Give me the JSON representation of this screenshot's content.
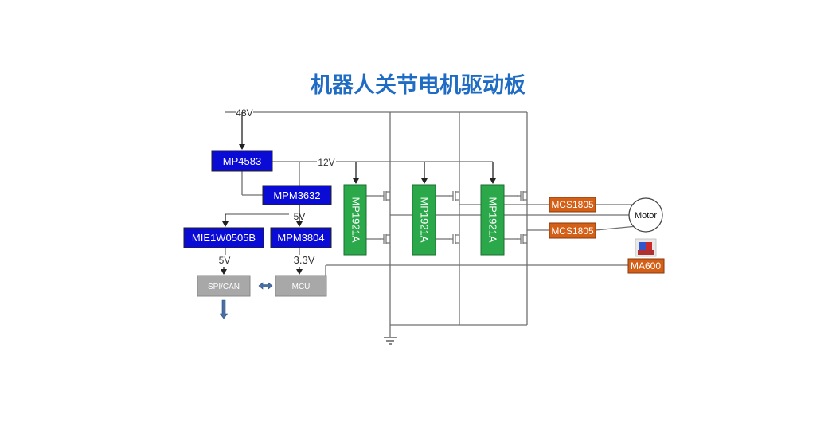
{
  "title": "机器人关节电机驱动板",
  "colors": {
    "regulator_fill": "#0b0bd6",
    "driver_fill": "#2aa84a",
    "sensor_fill": "#d45f17",
    "logic_fill": "#a8a8a8",
    "wire": "#6f6f6f",
    "title": "#1f6cc4"
  },
  "rails": {
    "v48": "48V",
    "v12": "12V",
    "v5_mid": "5V",
    "v5_left": "5V",
    "v3_3": "3.3V"
  },
  "blocks": {
    "mp4583": "MP4583",
    "mpm3632": "MPM3632",
    "mie1w0505b": "MIE1W0505B",
    "mpm3804": "MPM3804",
    "spi_can": "SPI/CAN",
    "mcu": "MCU",
    "driver_1": "MP1921A",
    "driver_2": "MP1921A",
    "driver_3": "MP1921A",
    "current_sensor_1": "MCS1805",
    "current_sensor_2": "MCS1805",
    "angle_sensor": "MA600",
    "motor": "Motor"
  },
  "icons": {
    "ground": "ground-icon",
    "bidirectional_arrow": "bidirectional-arrow-icon",
    "down_arrow": "down-arrow-icon",
    "magnet": "magnet-icon",
    "mosfet": "mosfet-icon"
  }
}
